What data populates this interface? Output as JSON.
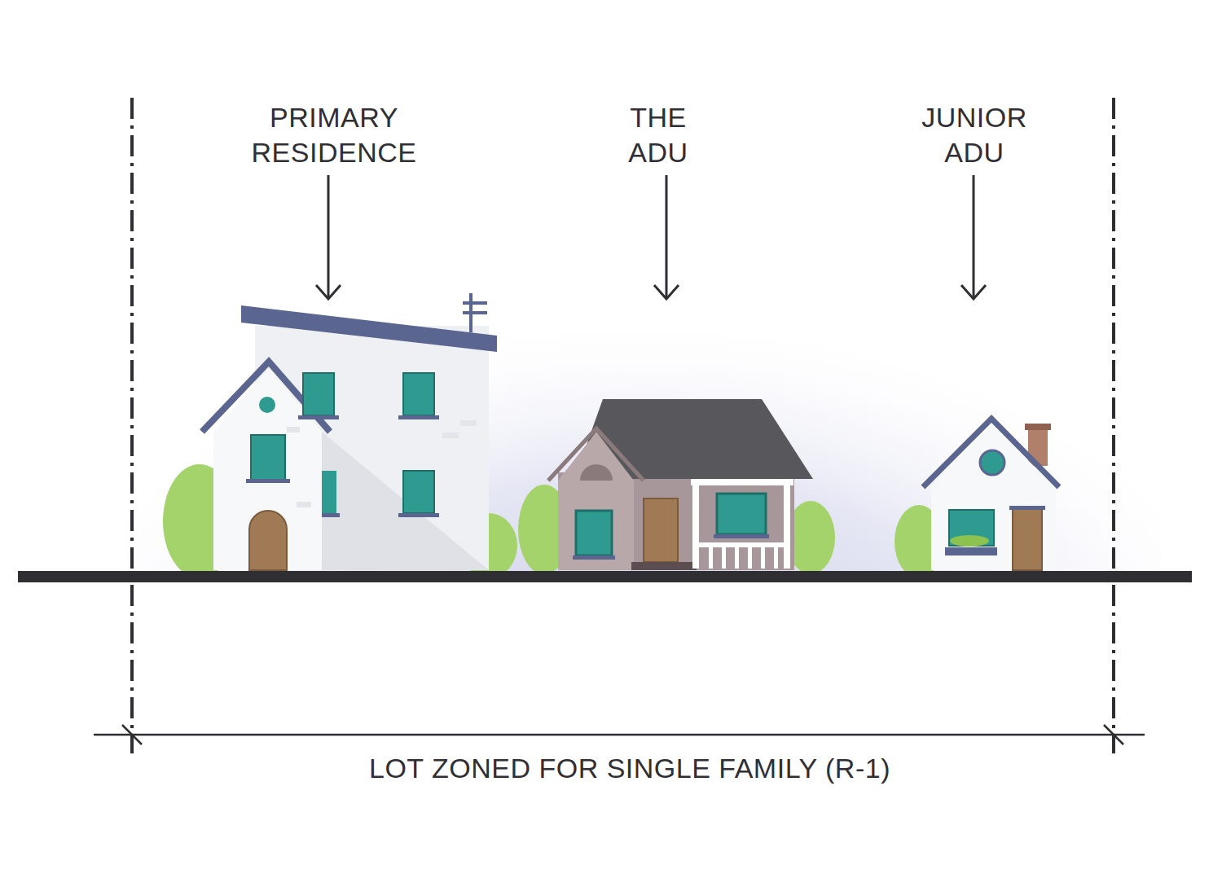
{
  "diagram": {
    "labels": [
      "PRIMARY RESIDENCE",
      "THE ADU",
      "JUNIOR ADU",
      "LOT ZONED FOR SINGLE FAMILY (R-1)"
    ]
  }
}
